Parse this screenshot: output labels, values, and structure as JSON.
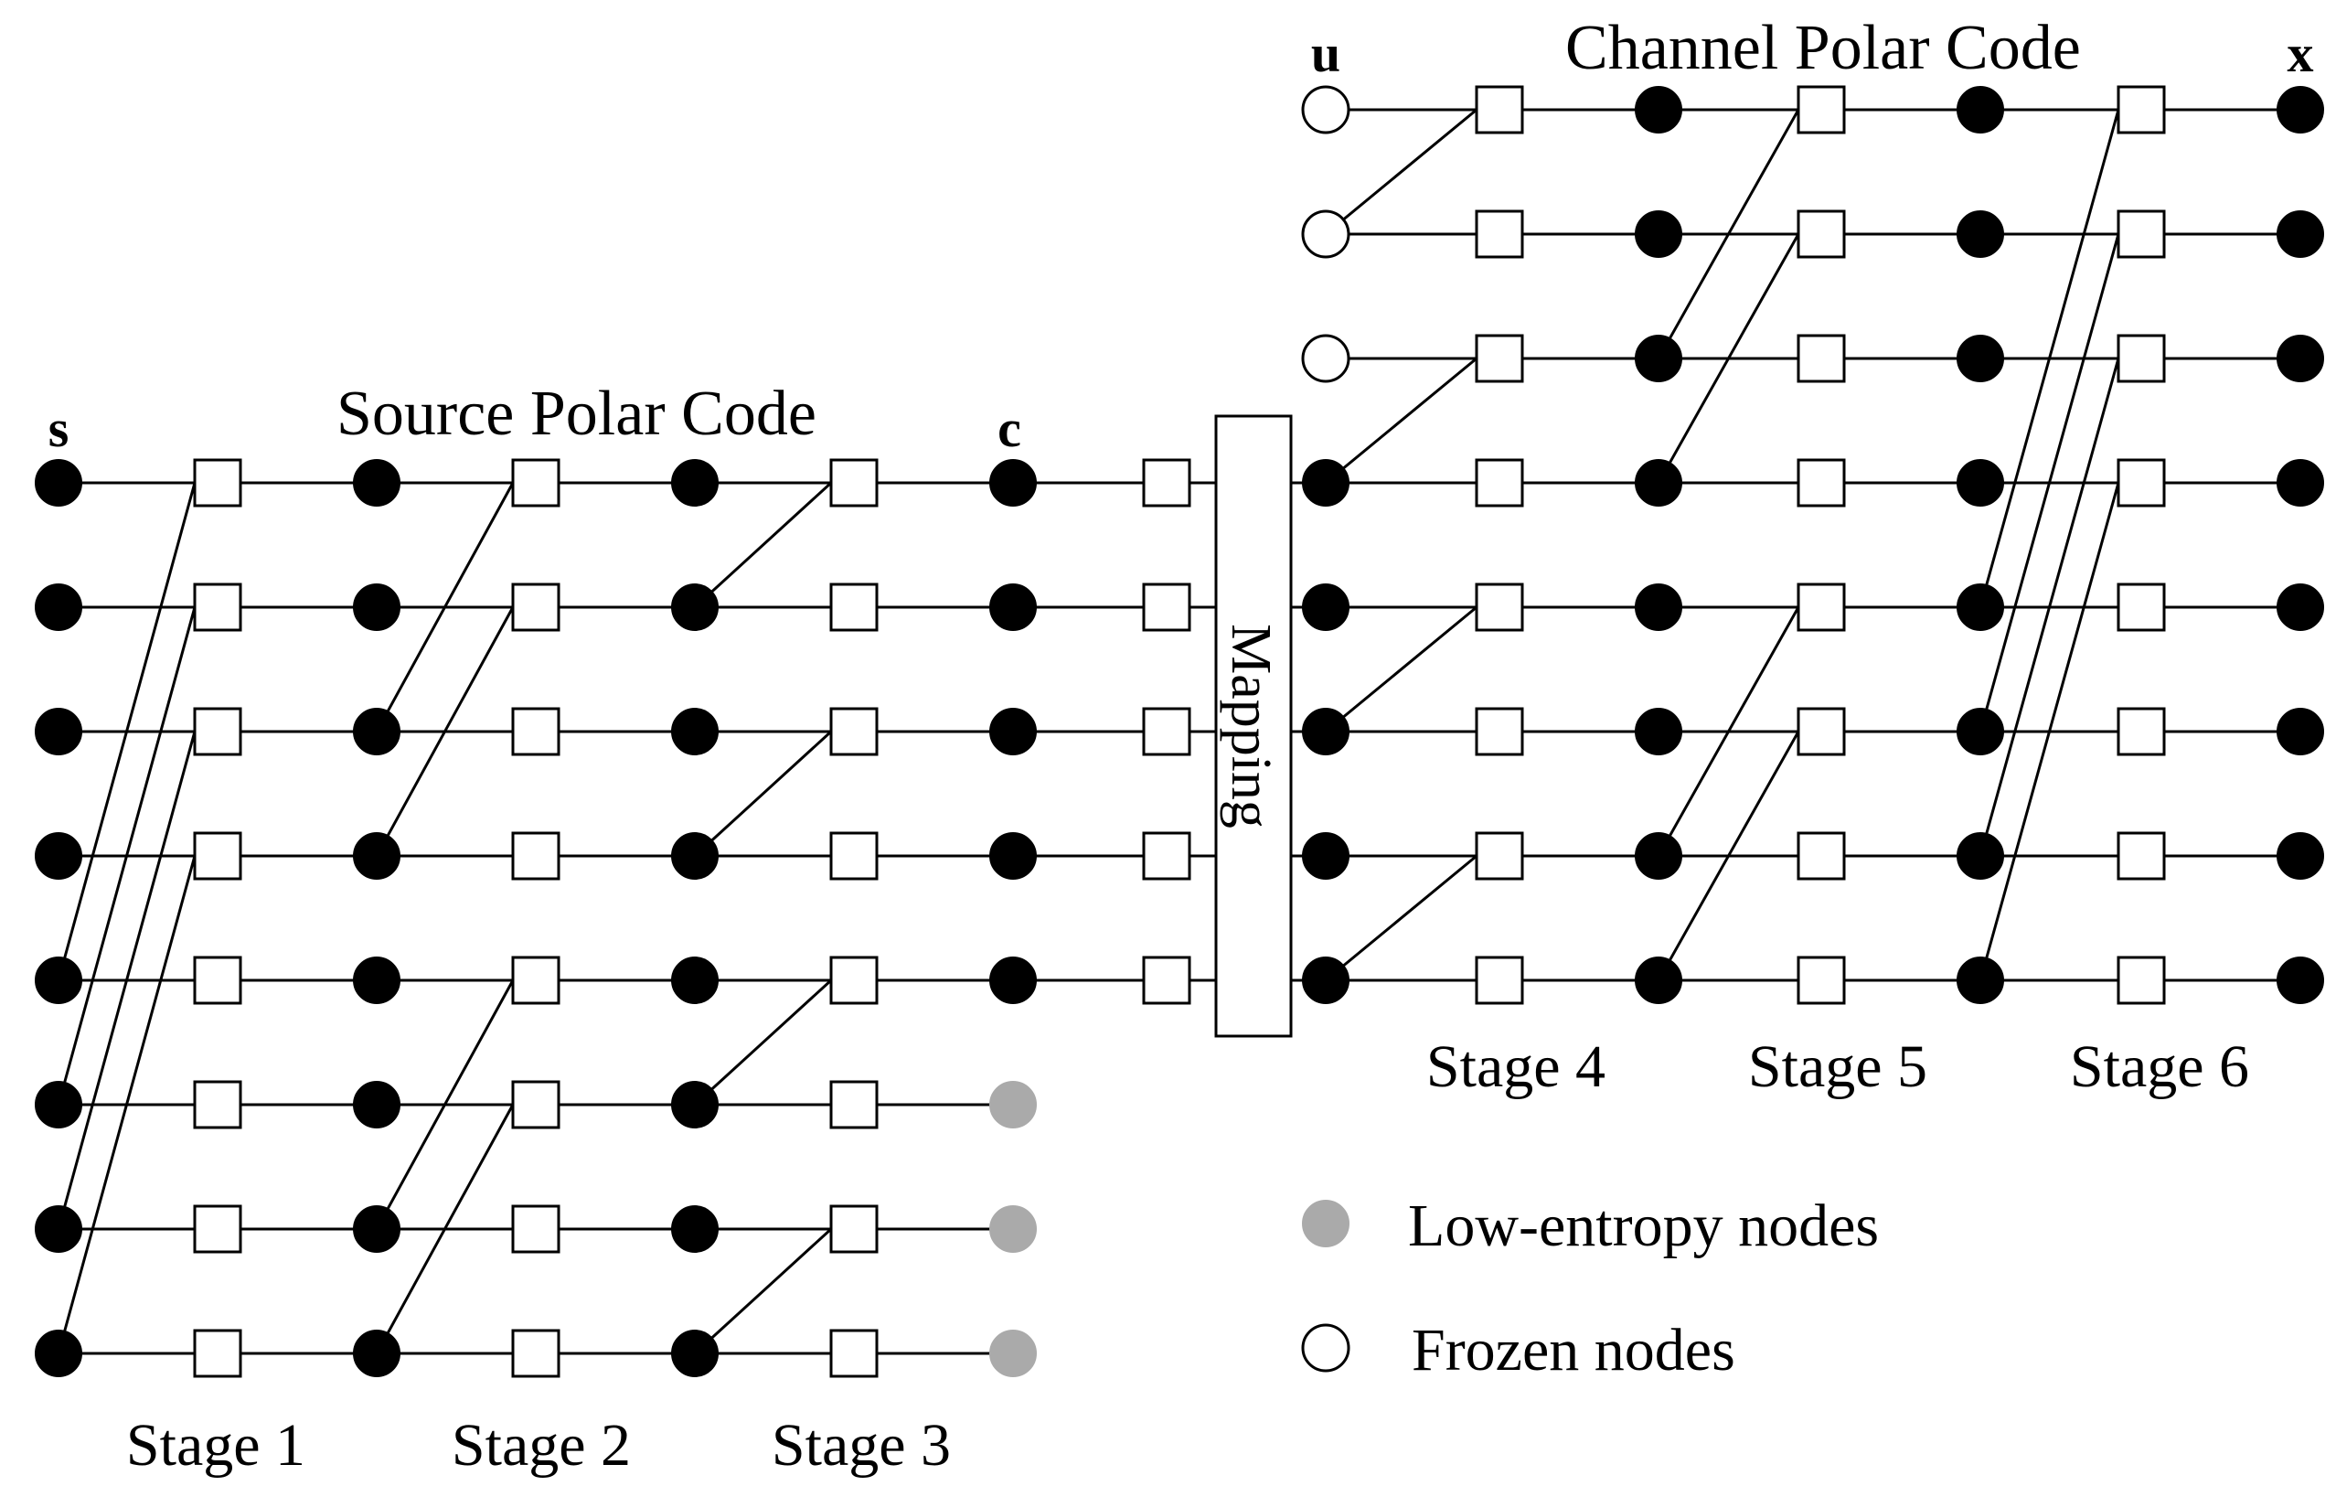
{
  "diagram": {
    "titles": {
      "source": "Source Polar Code",
      "channel": "Channel Polar Code"
    },
    "variables": {
      "s": "s",
      "c": "c",
      "u": "u",
      "x": "x"
    },
    "mapping_label": "Mapping",
    "stages": [
      "Stage 1",
      "Stage 2",
      "Stage 3",
      "Stage 4",
      "Stage 5",
      "Stage 6"
    ],
    "legend": {
      "low_entropy": "Low-entropy nodes",
      "frozen": "Frozen nodes"
    },
    "colors": {
      "line": "#000000",
      "node_filled": "#000000",
      "node_low_entropy": "#aaaaaa",
      "node_frozen": "#ffffff",
      "box_fill": "#ffffff"
    },
    "source_code": {
      "rows": 8,
      "stage_count": 3,
      "low_entropy_output_rows": [
        5,
        6,
        7
      ]
    },
    "channel_code": {
      "rows": 8,
      "stage_count": 3,
      "frozen_input_rows": [
        0,
        1,
        2
      ]
    }
  }
}
